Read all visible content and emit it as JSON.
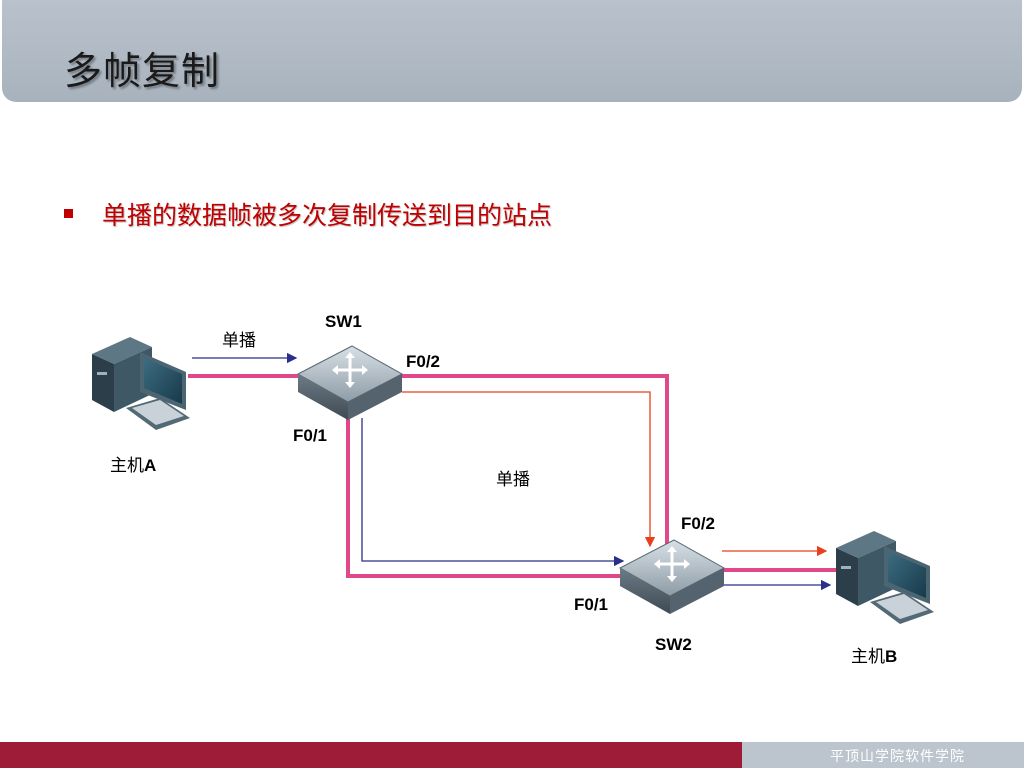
{
  "title": "多帧复制",
  "bullet": "单播的数据帧被多次复制传送到目的站点",
  "diagram": {
    "unicast_label_top": "单播",
    "unicast_label_mid": "单播",
    "sw1_label": "SW1",
    "sw2_label": "SW2",
    "sw1_f02": "F0/2",
    "sw1_f01": "F0/1",
    "sw2_f02": "F0/2",
    "sw2_f01": "F0/1",
    "host_a_prefix": "主机",
    "host_a_letter": "A",
    "host_b_prefix": "主机",
    "host_b_letter": "B",
    "colors": {
      "link": "#e0488a",
      "blue_arrow": "#2a2f8c",
      "red_arrow": "#e8401c"
    }
  },
  "footer": "平顶山学院软件学院"
}
